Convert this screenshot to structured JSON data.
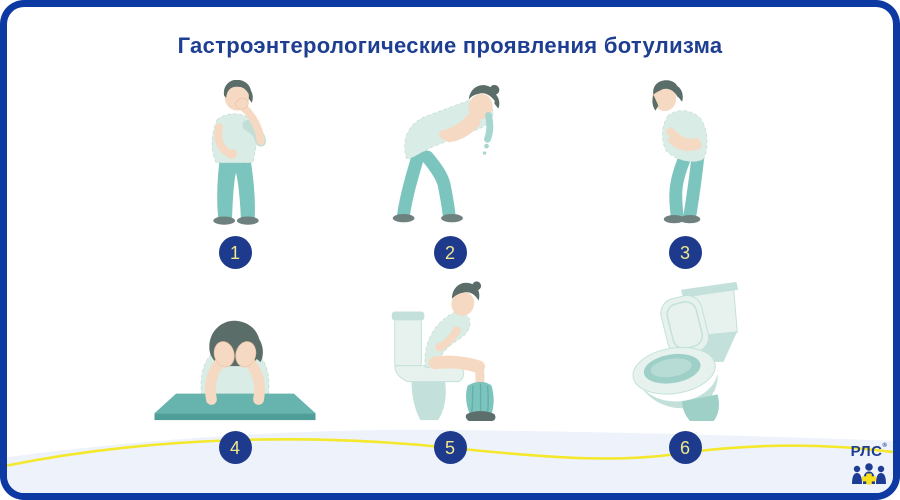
{
  "title": "Гастроэнтерологические проявления ботулизма",
  "figures": [
    {
      "number": "1",
      "icon": "person-covering-mouth-nausea-icon"
    },
    {
      "number": "2",
      "icon": "person-bent-over-vomiting-icon"
    },
    {
      "number": "3",
      "icon": "person-clutching-stomach-pain-icon"
    },
    {
      "number": "4",
      "icon": "person-head-in-hands-at-table-icon"
    },
    {
      "number": "5",
      "icon": "person-sitting-on-toilet-icon"
    },
    {
      "number": "6",
      "icon": "toilet-open-lid-icon"
    }
  ],
  "logo": {
    "text": "РЛС",
    "mark": "®"
  },
  "colors": {
    "frame_blue": "#0c3aa2",
    "title_navy": "#1e3e92",
    "badge_navy": "#1d3a8d",
    "badge_number_yellow": "#efe88c",
    "accent_line_yellow": "#f3e82b",
    "bottom_band": "#eef2fb",
    "shirt_mint": "#d9ece6",
    "pants_teal": "#7cc4be",
    "skin": "#f6d9c2",
    "hair_grey": "#5b6d68"
  }
}
